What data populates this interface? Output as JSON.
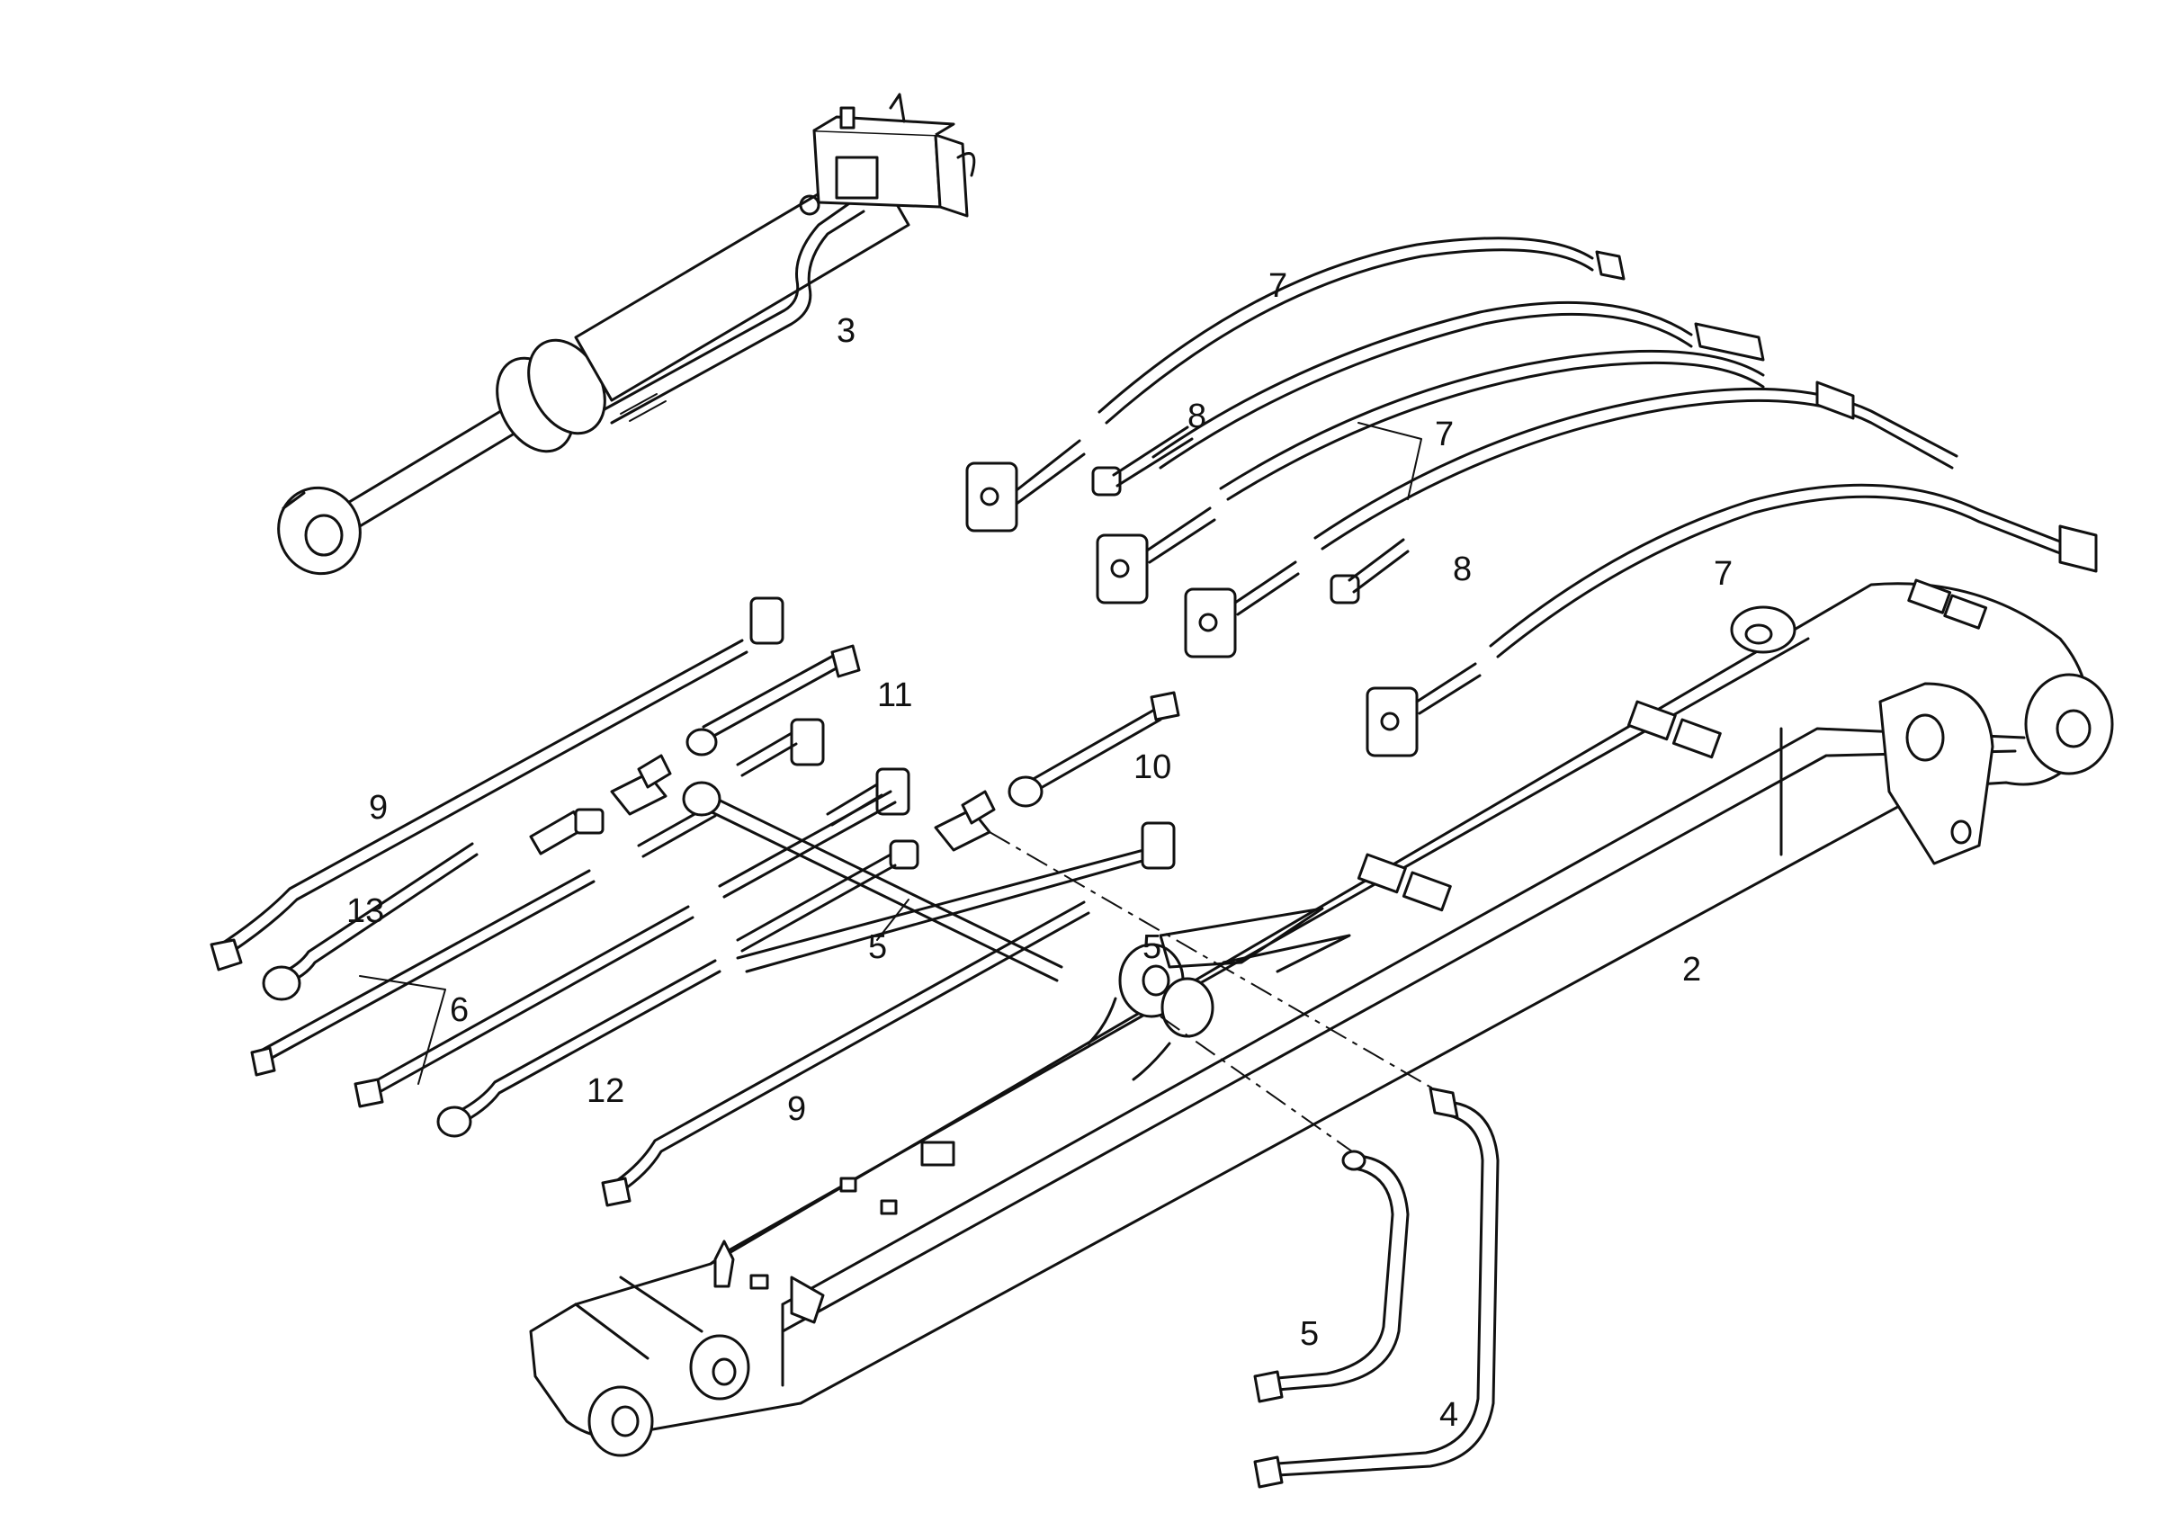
{
  "diagram": {
    "callouts": [
      "2",
      "3",
      "4",
      "5",
      "5",
      "5",
      "6",
      "7",
      "7",
      "7",
      "8",
      "8",
      "9",
      "9",
      "10",
      "11",
      "12",
      "13"
    ]
  }
}
